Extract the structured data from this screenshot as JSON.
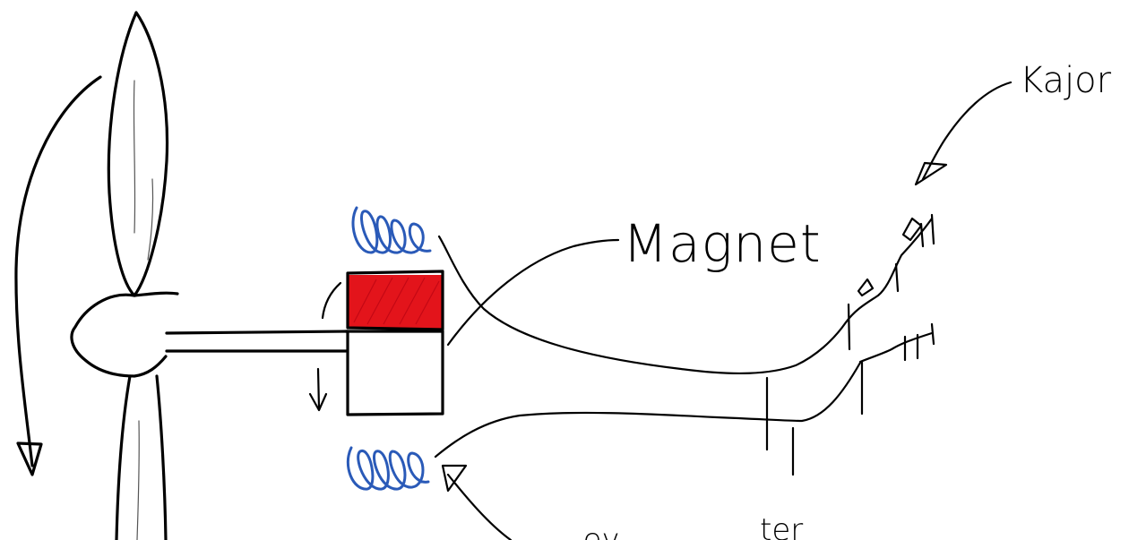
{
  "labels": {
    "magnet": "Magnet",
    "kajor": "Kajor",
    "bottom_left": "--ev",
    "bottom_right": "ter"
  },
  "colors": {
    "ink": "#000000",
    "magnet_fill": "#e3141b",
    "coil": "#2a5ab8",
    "background": "#ffffff"
  }
}
